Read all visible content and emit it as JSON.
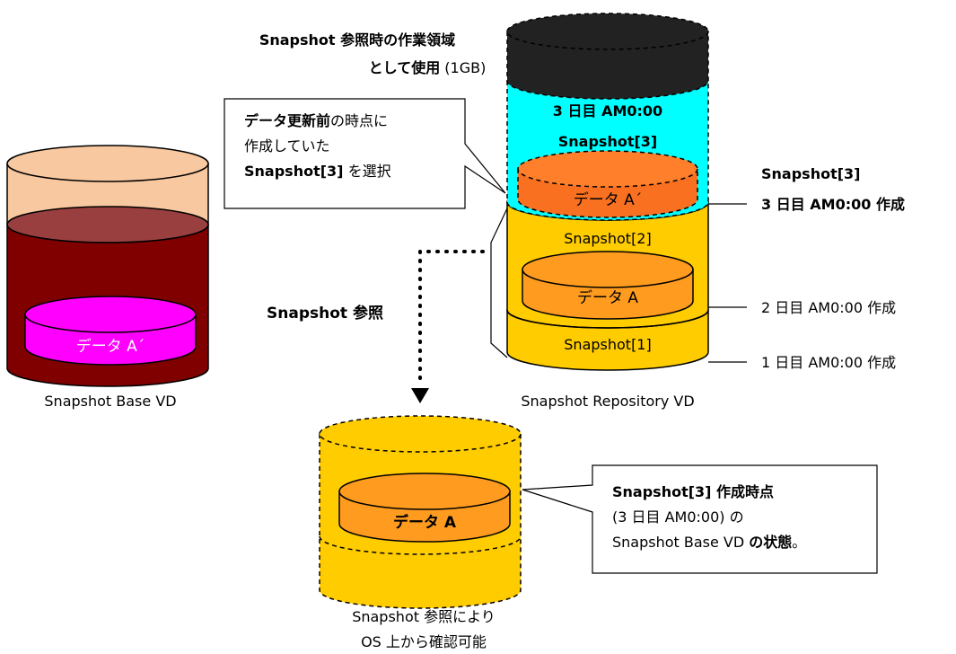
{
  "workspace_note": {
    "line1": "Snapshot 参照時の作業領域",
    "line2_bold": "として使用",
    "line2_rest": " (1GB)"
  },
  "repository_top": {
    "line1": "3 日目 AM0:00",
    "line2": "Snapshot[3]"
  },
  "selection_note": {
    "line1_bold": "データ更新前",
    "line1_rest": "の時点に",
    "line2": "作成していた",
    "line3_bold": "Snapshot[3]",
    "line3_rest": " を選択"
  },
  "data_a_prime_repo": "データ A´",
  "snapshot3_label": {
    "line1": "Snapshot[3]",
    "line2": "3 日目 AM0:00 作成"
  },
  "snapshot2_label": "Snapshot[2]",
  "data_a_repo": "データ A",
  "snapshot1_label": "Snapshot[1]",
  "day2_label": "2 日目 AM0:00 作成",
  "day1_label": "1 日目 AM0:00 作成",
  "base_vd": {
    "data": "データ A´",
    "label": "Snapshot Base VD"
  },
  "repository_label": "Snapshot Repository VD",
  "reference_label": "Snapshot 参照",
  "view_data": "データ A",
  "view_caption": {
    "line1": "Snapshot 参照により",
    "line2": "OS 上から確認可能"
  },
  "state_note": {
    "line1": "Snapshot[3] 作成時点",
    "line2": "(3 日目 AM0:00) の",
    "line3_normal": "Snapshot Base VD ",
    "line3_bold": "の状態",
    "line3_end": "。"
  },
  "colors": {
    "base_top": "#f8c8a0",
    "base_bottom": "#800000",
    "magenta": "#ff00ff",
    "black": "#222222",
    "cyan": "#00ffff",
    "orange_red": "#f87020",
    "gold": "#ffcc00",
    "orange": "#ff9c20"
  }
}
